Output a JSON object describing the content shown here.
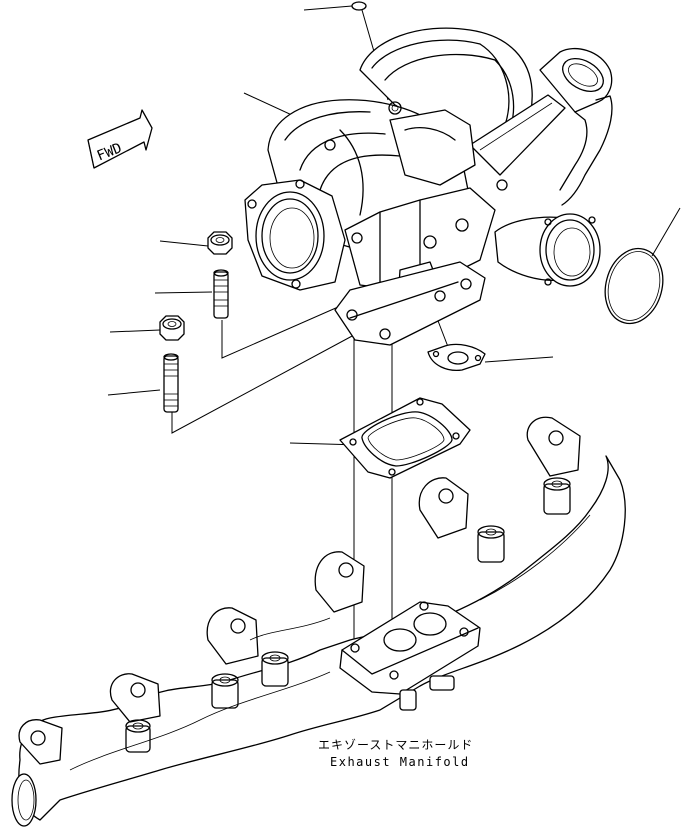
{
  "diagram": {
    "direction_arrow_text": "FWD",
    "caption_japanese": "エキゾーストマニホールド",
    "caption_english": "Exhaust Manifold",
    "parts": [
      {
        "name": "o-ring-top"
      },
      {
        "name": "turbocharger"
      },
      {
        "name": "flange-nut"
      },
      {
        "name": "stud-short"
      },
      {
        "name": "hex-nut"
      },
      {
        "name": "stud-long"
      },
      {
        "name": "gasket-turbo-mount"
      },
      {
        "name": "gasket-small-oil"
      },
      {
        "name": "seal-ring-outlet"
      },
      {
        "name": "exhaust-manifold"
      }
    ]
  }
}
